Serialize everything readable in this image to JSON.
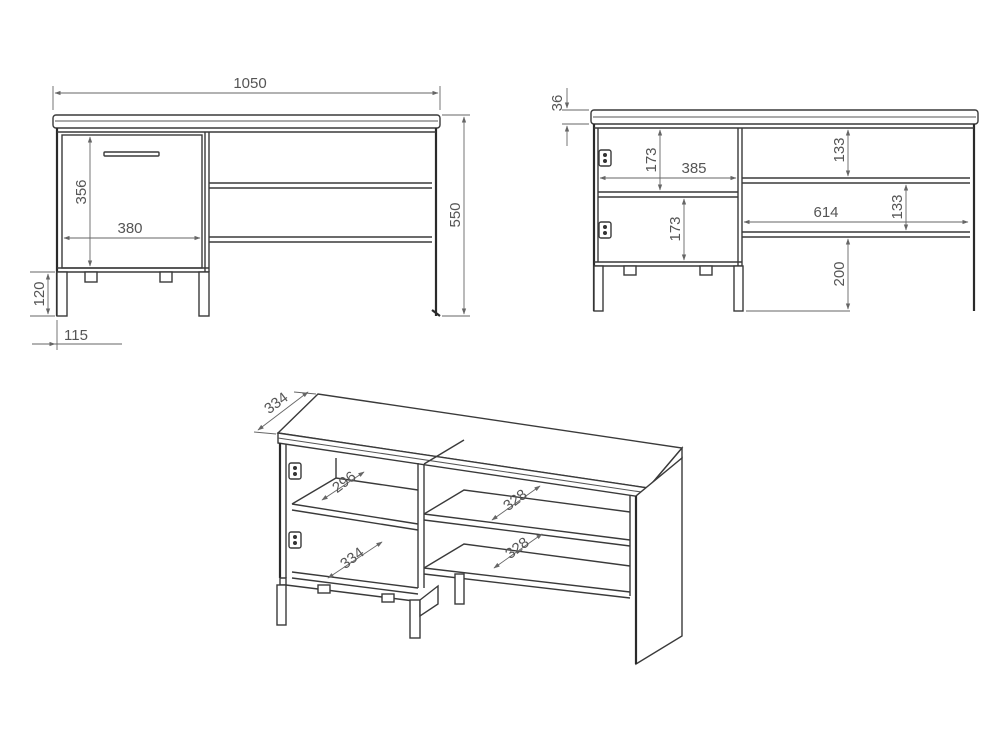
{
  "front_view": {
    "width": "1050",
    "height": "550",
    "leg_height": "120",
    "leg_offset": "115",
    "drawer_height": "356",
    "drawer_width": "380"
  },
  "open_view": {
    "seat_thickness": "36",
    "left_shelf_height_top": "173",
    "left_shelf_height_bottom": "173",
    "left_inner_width": "385",
    "right_shelf_height_top": "133",
    "right_shelf_height_bottom": "133",
    "right_inner_width": "614",
    "base_height": "200"
  },
  "iso_view": {
    "depth": "334",
    "left_shelf_depth": "296",
    "left_bottom_depth": "334",
    "right_shelf_depth_top": "328",
    "right_shelf_depth_bottom": "328"
  },
  "colors": {
    "line": "#3a3a3a",
    "dimension": "#666666",
    "text": "#555555"
  }
}
